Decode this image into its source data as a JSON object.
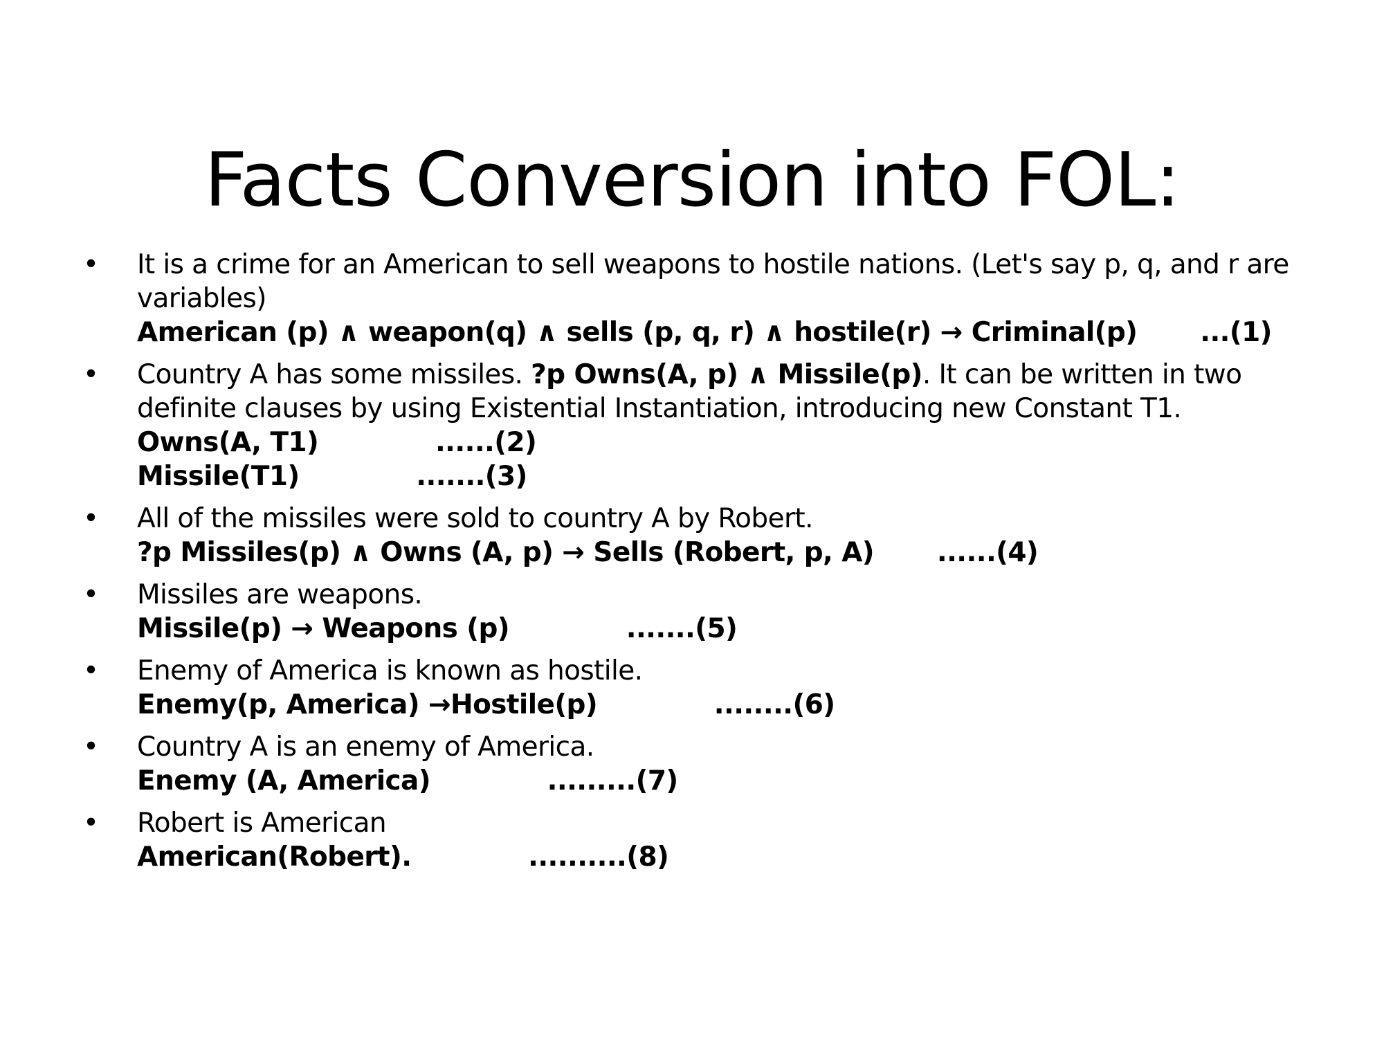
{
  "title": "Facts Conversion into FOL:",
  "bullet_glyph": "•",
  "bullets": [
    {
      "text": "It is a crime for an American to sell weapons to hostile nations. (Let's say p, q, and r are variables)",
      "formula": "American (p) ∧ weapon(q) ∧ sells (p, q, r) ∧ hostile(r) → Criminal(p)       ...(1)"
    },
    {
      "text_before": "Country A has some missiles. ",
      "bold_inline": "?p Owns(A, p) ∧ Missile(p)",
      "text_after": ". It can be written in two definite clauses by using Existential Instantiation, introducing new Constant T1.",
      "formula_a": "Owns(A, T1)             ......(2)",
      "formula_b": "Missile(T1)             .......(3)"
    },
    {
      "text": "All of the missiles were sold to country A by Robert.",
      "formula": "?p Missiles(p) ∧ Owns (A, p) → Sells (Robert, p, A)       ......(4)"
    },
    {
      "text": "Missiles are weapons.",
      "formula": "Missile(p) → Weapons (p)             .......(5)"
    },
    {
      "text": "Enemy of America is known as hostile.",
      "formula": "Enemy(p, America) →Hostile(p)             ........(6)"
    },
    {
      "text": "Country A is an enemy of America.",
      "formula": "Enemy (A, America)             .........(7)"
    },
    {
      "text": "Robert is American",
      "formula": "American(Robert).             ..........(8)"
    }
  ]
}
